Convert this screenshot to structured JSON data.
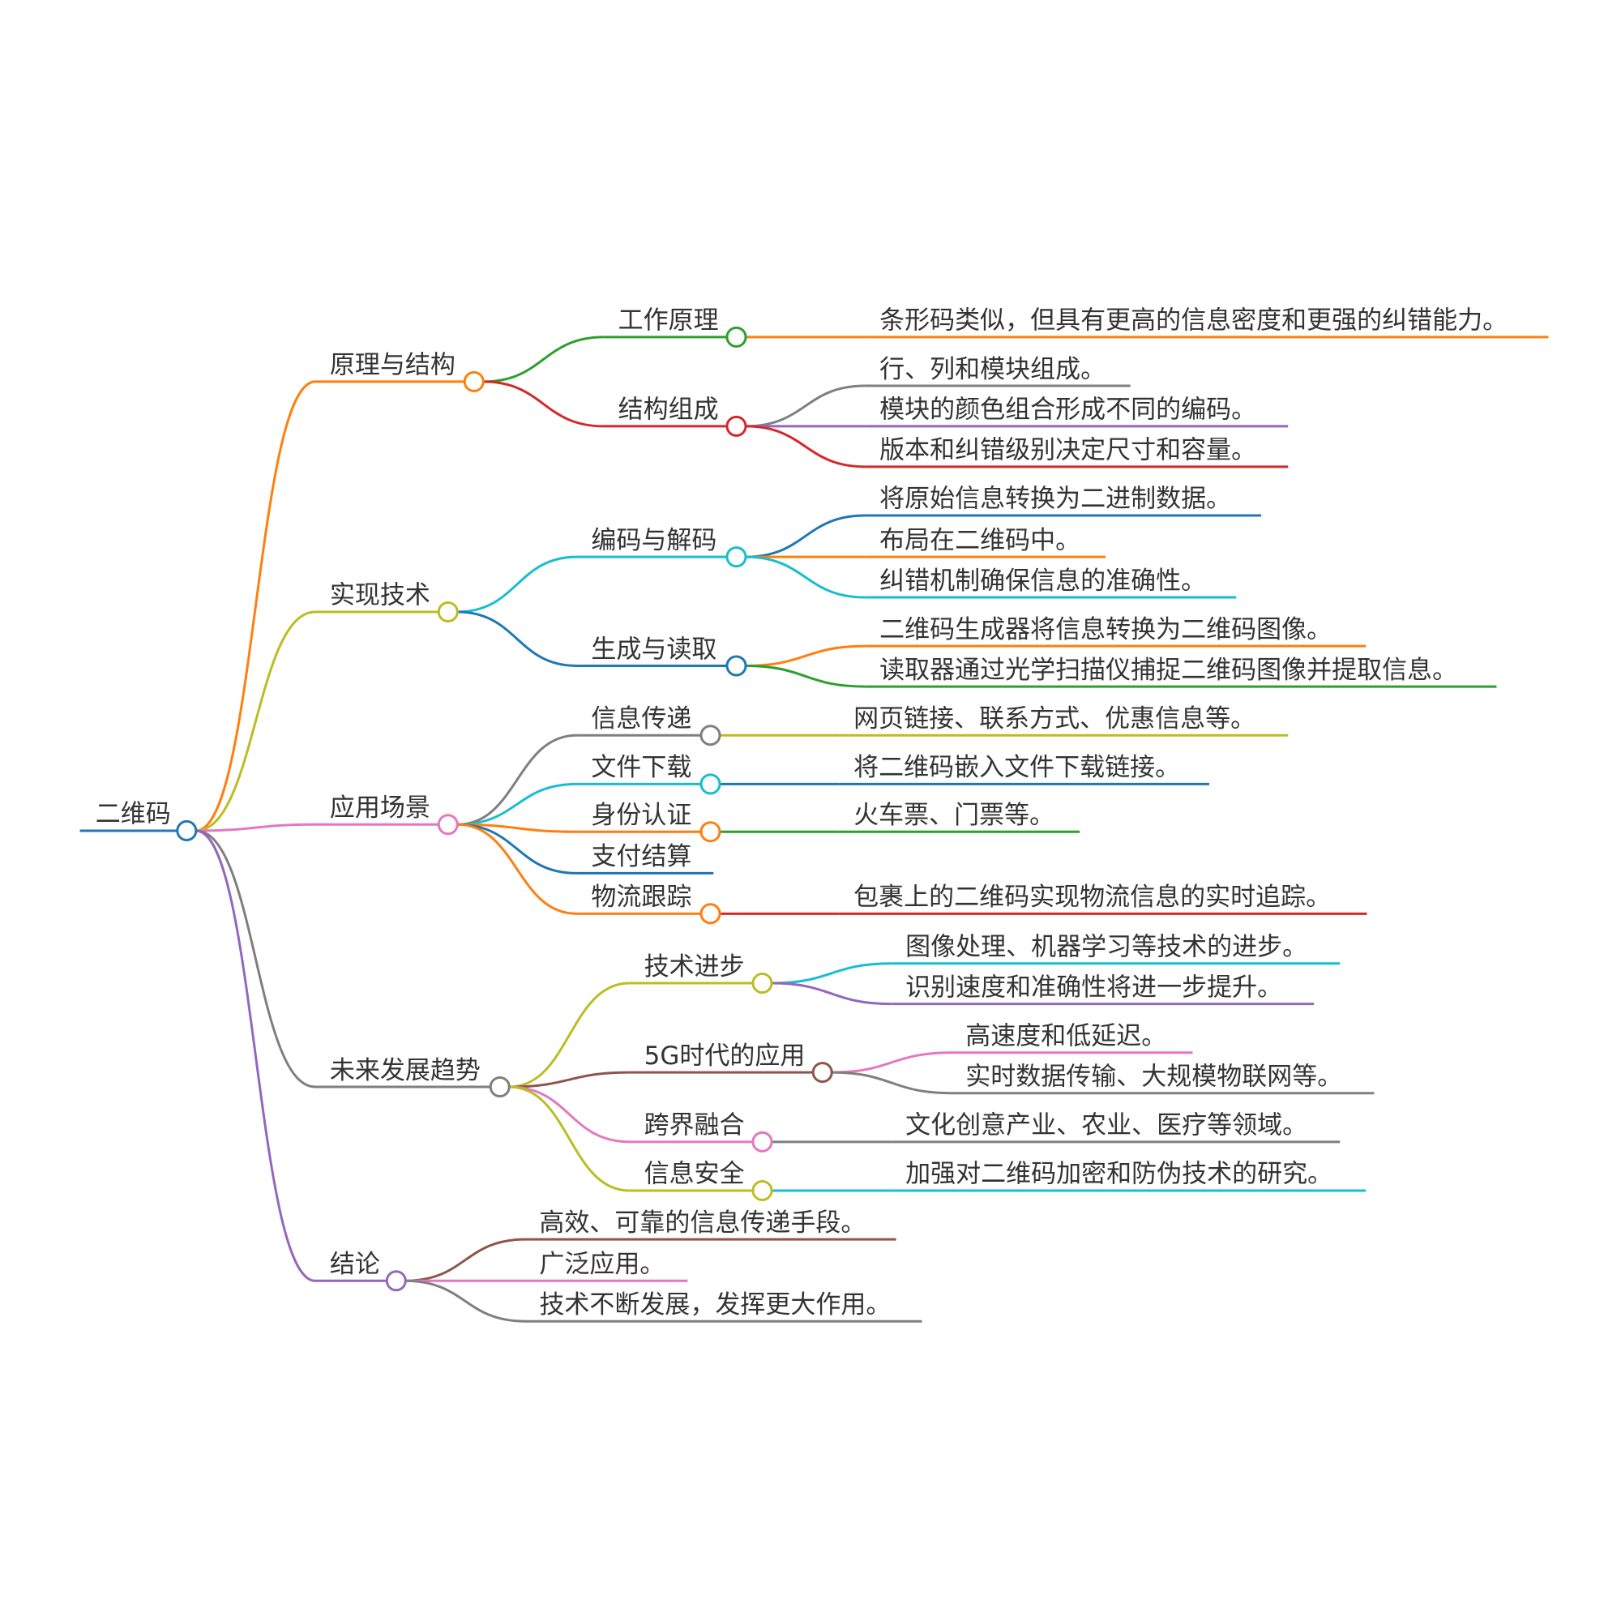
{
  "root": {
    "label": "二维码",
    "color": "#1f77b4",
    "children": [
      {
        "label": "原理与结构",
        "color": "#ff7f0e",
        "children": [
          {
            "label": "工作原理",
            "color": "#2ca02c",
            "children": [
              {
                "label": "条形码类似，但具有更高的信息密度和更强的纠错能力。",
                "color": "#ff7f0e"
              }
            ]
          },
          {
            "label": "结构组成",
            "color": "#d62728",
            "children": [
              {
                "label": "行、列和模块组成。",
                "color": "#7f7f7f"
              },
              {
                "label": "模块的颜色组合形成不同的编码。",
                "color": "#9467bd"
              },
              {
                "label": "版本和纠错级别决定尺寸和容量。",
                "color": "#d62728"
              }
            ]
          }
        ]
      },
      {
        "label": "实现技术",
        "color": "#bcbd22",
        "children": [
          {
            "label": "编码与解码",
            "color": "#17becf",
            "children": [
              {
                "label": "将原始信息转换为二进制数据。",
                "color": "#1f77b4"
              },
              {
                "label": "布局在二维码中。",
                "color": "#ff7f0e"
              },
              {
                "label": "纠错机制确保信息的准确性。",
                "color": "#17becf"
              }
            ]
          },
          {
            "label": "生成与读取",
            "color": "#1f77b4",
            "children": [
              {
                "label": "二维码生成器将信息转换为二维码图像。",
                "color": "#ff7f0e"
              },
              {
                "label": "读取器通过光学扫描仪捕捉二维码图像并提取信息。",
                "color": "#2ca02c"
              }
            ]
          }
        ]
      },
      {
        "label": "应用场景",
        "color": "#e377c2",
        "children": [
          {
            "label": "信息传递",
            "color": "#7f7f7f",
            "children": [
              {
                "label": "网页链接、联系方式、优惠信息等。",
                "color": "#bcbd22"
              }
            ]
          },
          {
            "label": "文件下载",
            "color": "#17becf",
            "children": [
              {
                "label": "将二维码嵌入文件下载链接。",
                "color": "#1f77b4"
              }
            ]
          },
          {
            "label": "身份认证",
            "color": "#ff7f0e",
            "children": [
              {
                "label": "火车票、门票等。",
                "color": "#2ca02c"
              }
            ]
          },
          {
            "label": "支付结算",
            "color": "#1f77b4",
            "children": []
          },
          {
            "label": "物流跟踪",
            "color": "#ff7f0e",
            "children": [
              {
                "label": "包裹上的二维码实现物流信息的实时追踪。",
                "color": "#d62728"
              }
            ]
          }
        ]
      },
      {
        "label": "未来发展趋势",
        "color": "#7f7f7f",
        "children": [
          {
            "label": "技术进步",
            "color": "#bcbd22",
            "children": [
              {
                "label": "图像处理、机器学习等技术的进步。",
                "color": "#17becf"
              },
              {
                "label": "识别速度和准确性将进一步提升。",
                "color": "#9467bd"
              }
            ]
          },
          {
            "label": "5G时代的应用",
            "color": "#8c564b",
            "children": [
              {
                "label": "高速度和低延迟。",
                "color": "#e377c2"
              },
              {
                "label": "实时数据传输、大规模物联网等。",
                "color": "#7f7f7f"
              }
            ]
          },
          {
            "label": "跨界融合",
            "color": "#e377c2",
            "children": [
              {
                "label": "文化创意产业、农业、医疗等领域。",
                "color": "#7f7f7f"
              }
            ]
          },
          {
            "label": "信息安全",
            "color": "#bcbd22",
            "children": [
              {
                "label": "加强对二维码加密和防伪技术的研究。",
                "color": "#17becf"
              }
            ]
          }
        ]
      },
      {
        "label": "结论",
        "color": "#9467bd",
        "children": [
          {
            "label": "高效、可靠的信息传递手段。",
            "color": "#8c564b"
          },
          {
            "label": "广泛应用。",
            "color": "#e377c2"
          },
          {
            "label": "技术不断发展，发挥更大作用。",
            "color": "#7f7f7f"
          }
        ]
      }
    ]
  }
}
